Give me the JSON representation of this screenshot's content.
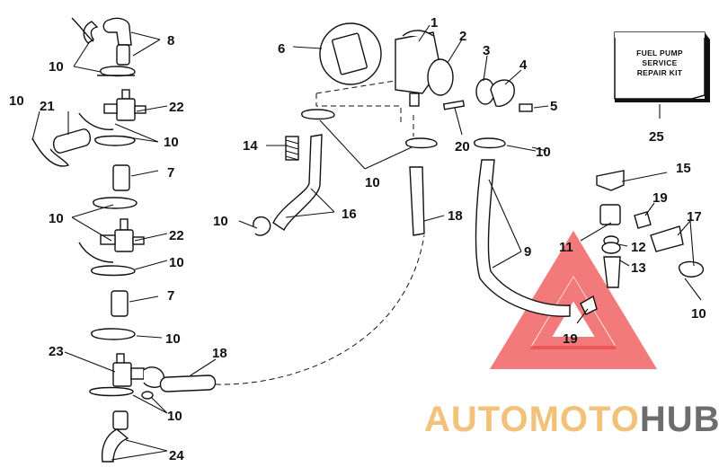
{
  "callouts": [
    {
      "id": "c1",
      "text": "1"
    },
    {
      "id": "c2",
      "text": "2"
    },
    {
      "id": "c3",
      "text": "3"
    },
    {
      "id": "c4",
      "text": "4"
    },
    {
      "id": "c5",
      "text": "5"
    },
    {
      "id": "c6",
      "text": "6"
    },
    {
      "id": "c7a",
      "text": "7"
    },
    {
      "id": "c7b",
      "text": "7"
    },
    {
      "id": "c8",
      "text": "8"
    },
    {
      "id": "c9",
      "text": "9"
    },
    {
      "id": "c10a",
      "text": "10"
    },
    {
      "id": "c10b",
      "text": "10"
    },
    {
      "id": "c10c",
      "text": "10"
    },
    {
      "id": "c10d",
      "text": "10"
    },
    {
      "id": "c10e",
      "text": "10"
    },
    {
      "id": "c10f",
      "text": "10"
    },
    {
      "id": "c10g",
      "text": "10"
    },
    {
      "id": "c10h",
      "text": "10"
    },
    {
      "id": "c10i",
      "text": "10"
    },
    {
      "id": "c10j",
      "text": "10"
    },
    {
      "id": "c10k",
      "text": "10"
    },
    {
      "id": "c11",
      "text": "11"
    },
    {
      "id": "c12",
      "text": "12"
    },
    {
      "id": "c13",
      "text": "13"
    },
    {
      "id": "c14",
      "text": "14"
    },
    {
      "id": "c15",
      "text": "15"
    },
    {
      "id": "c16",
      "text": "16"
    },
    {
      "id": "c17",
      "text": "17"
    },
    {
      "id": "c18a",
      "text": "18"
    },
    {
      "id": "c18b",
      "text": "18"
    },
    {
      "id": "c19a",
      "text": "19"
    },
    {
      "id": "c19b",
      "text": "19"
    },
    {
      "id": "c20",
      "text": "20"
    },
    {
      "id": "c21",
      "text": "21"
    },
    {
      "id": "c22a",
      "text": "22"
    },
    {
      "id": "c22b",
      "text": "22"
    },
    {
      "id": "c23",
      "text": "23"
    },
    {
      "id": "c24",
      "text": "24"
    },
    {
      "id": "c25",
      "text": "25"
    }
  ],
  "kit": {
    "line1": "FUEL PUMP",
    "line2": "SERVICE",
    "line3": "REPAIR KIT"
  },
  "watermark": {
    "part1": "AUTO",
    "part2": "MOTO",
    "part3": "HUB",
    "color_light": "#f2c27a",
    "color_dark": "#6d6d6d",
    "color_triangle": "#ee4747"
  }
}
